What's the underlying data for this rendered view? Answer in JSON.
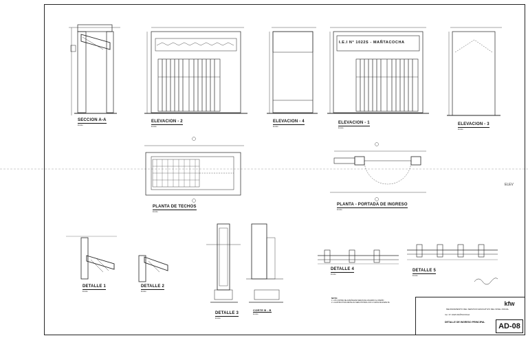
{
  "sheet": {
    "code": "AD-08",
    "logo_text": "kfw",
    "side_tag": "ELEV",
    "project_line1": "MEJORAMIENTO DEL SERVICIO EDUCATIVO DEL NIVEL INICIAL",
    "project_line2": "I.E.I. N° 1022S MAÑTACOCHA",
    "sheet_description": "DETALLE DE INGRESO PRINCIPAL"
  },
  "gate_sign": "I.E.I  N° 1022S - MAÑTACOCHA",
  "views": [
    {
      "id": "seccion-aa",
      "title": "SECCION  A-A",
      "scale": "Escala"
    },
    {
      "id": "elevacion-2",
      "title": "ELEVACION - 2",
      "scale": "Escala"
    },
    {
      "id": "elevacion-4",
      "title": "ELEVACION - 4",
      "scale": "Escala"
    },
    {
      "id": "elevacion-1",
      "title": "ELEVACION - 1",
      "scale": "Escala"
    },
    {
      "id": "elevacion-3",
      "title": "ELEVACION - 3",
      "scale": "Escala"
    },
    {
      "id": "planta-techos",
      "title": "PLANTA DE TECHOS",
      "scale": "Escala"
    },
    {
      "id": "planta-portada",
      "title": "PLANTA - PORTADA DE INGRESO",
      "scale": "Escala"
    },
    {
      "id": "detalle-1",
      "title": "DETALLE 1",
      "scale": "Escala"
    },
    {
      "id": "detalle-2",
      "title": "DETALLE 2",
      "scale": "Escala"
    },
    {
      "id": "detalle-3",
      "title": "DETALLE 3",
      "scale": "Escala"
    },
    {
      "id": "corte-bb",
      "title": "CORTE B - B",
      "scale": "Escala"
    },
    {
      "id": "detalle-4",
      "title": "DETALLE 4",
      "scale": "Escala"
    },
    {
      "id": "detalle-5",
      "title": "DETALLE 5",
      "scale": "Escala"
    }
  ],
  "notes": {
    "title": "NOTA:",
    "items": [
      "1. LOS CORTES DE ALBAÑILERIA SERAN DE ACUERDO AL DISEÑO",
      "2. LA ESTRUCTURA METALICA SERA PINTADA CON 2 CAPAS DE ESMALTE"
    ]
  }
}
